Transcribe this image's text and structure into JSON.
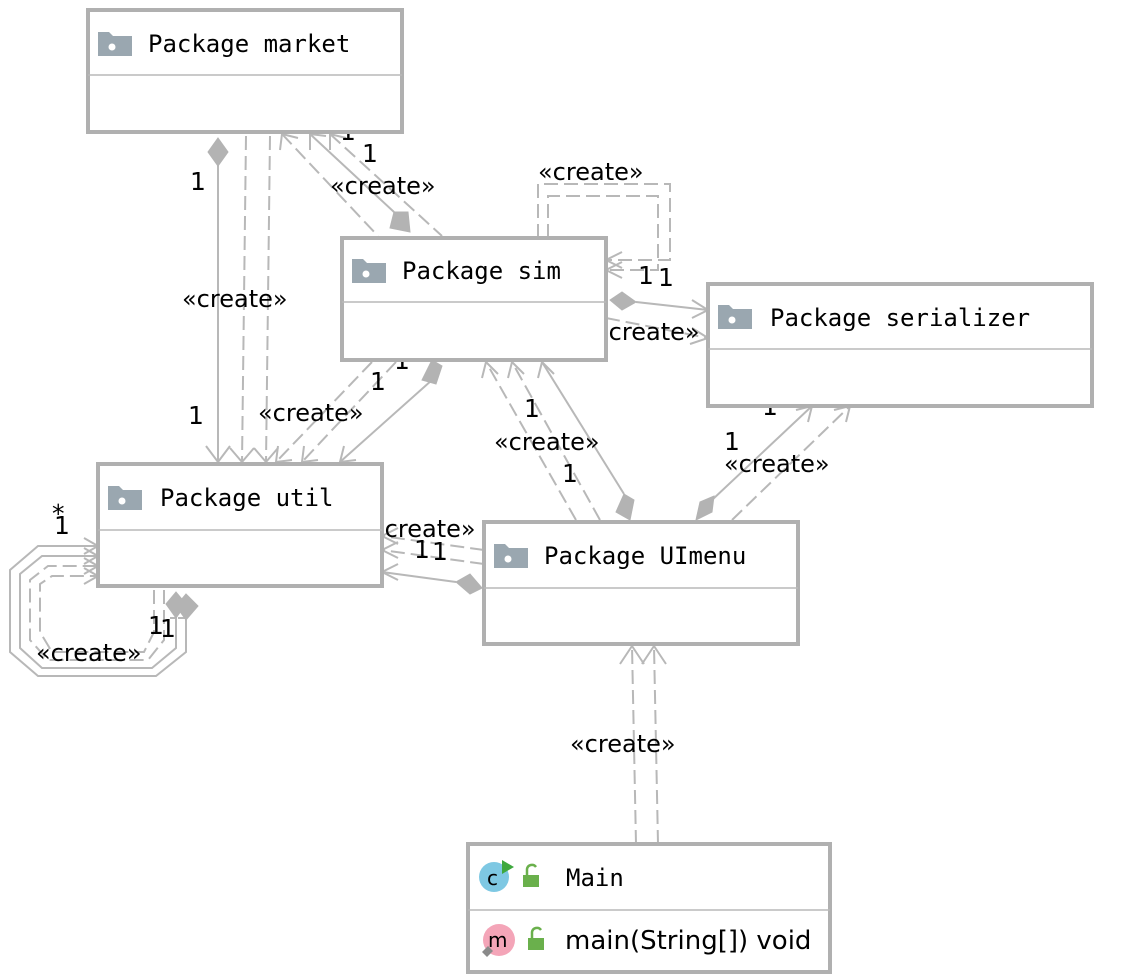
{
  "diagram": {
    "packages": {
      "market": {
        "label": "Package market"
      },
      "sim": {
        "label": "Package sim"
      },
      "serializer": {
        "label": "Package serializer"
      },
      "util": {
        "label": "Package util"
      },
      "uimenu": {
        "label": "Package UImenu"
      }
    },
    "main_class": {
      "name": "Main",
      "class_badge": "c",
      "method_badge": "m",
      "method": "main(String[]) void",
      "icons": [
        "class-icon",
        "public-lock-icon",
        "method-icon"
      ]
    },
    "labels": {
      "create": "«create»",
      "one": "1",
      "many": "*"
    },
    "colors": {
      "box_border": "#b0b0b0",
      "edge": "#b8b8b8",
      "folder_icon": "#9aa7b0",
      "class_badge": "#7ec8e3",
      "method_badge": "#f4a5b8",
      "lock": "#6ab04c",
      "run_arrow": "#3ea83e"
    }
  }
}
